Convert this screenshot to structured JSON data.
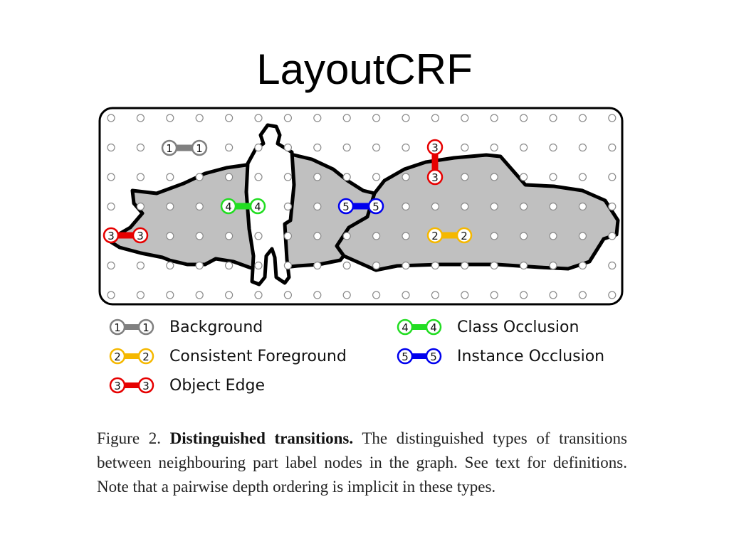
{
  "slide": {
    "title": "LayoutCRF"
  },
  "figure": {
    "node_pairs": [
      {
        "type": "background",
        "label": "1"
      },
      {
        "type": "object-edge-vertical",
        "label": "3"
      },
      {
        "type": "class-occlusion",
        "label": "4"
      },
      {
        "type": "instance-occlusion",
        "label": "5"
      },
      {
        "type": "object-edge",
        "label": "3"
      },
      {
        "type": "consistent-foreground",
        "label": "2"
      }
    ]
  },
  "legend": [
    {
      "key": "background",
      "label": "Background",
      "num": "1",
      "color": "#808080"
    },
    {
      "key": "consistent-foreground",
      "label": "Consistent Foreground",
      "num": "2",
      "color": "#f5b800"
    },
    {
      "key": "object-edge",
      "label": "Object Edge",
      "num": "3",
      "color": "#e60000"
    },
    {
      "key": "class-occlusion",
      "label": "Class Occlusion",
      "num": "4",
      "color": "#22dd22"
    },
    {
      "key": "instance-occlusion",
      "label": "Instance Occlusion",
      "num": "5",
      "color": "#0000ee"
    }
  ],
  "caption": {
    "prefix": "Figure 2.",
    "bold": "Distinguished transitions.",
    "text": "The distinguished types of transitions between neighbouring part label nodes in the graph. See text for definitions. Note that a pairwise depth ordering is implicit in these types."
  }
}
